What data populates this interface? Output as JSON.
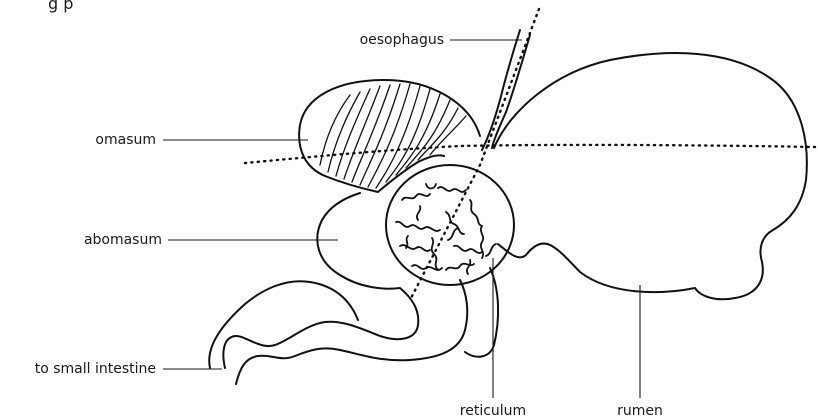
{
  "header": {
    "partial_title": "g   p"
  },
  "diagram": {
    "labels": {
      "oesophagus": "oesophagus",
      "omasum": "omasum",
      "abomasum": "abomasum",
      "to_small_intestine": "to small intestine",
      "reticulum": "reticulum",
      "rumen": "rumen"
    }
  }
}
